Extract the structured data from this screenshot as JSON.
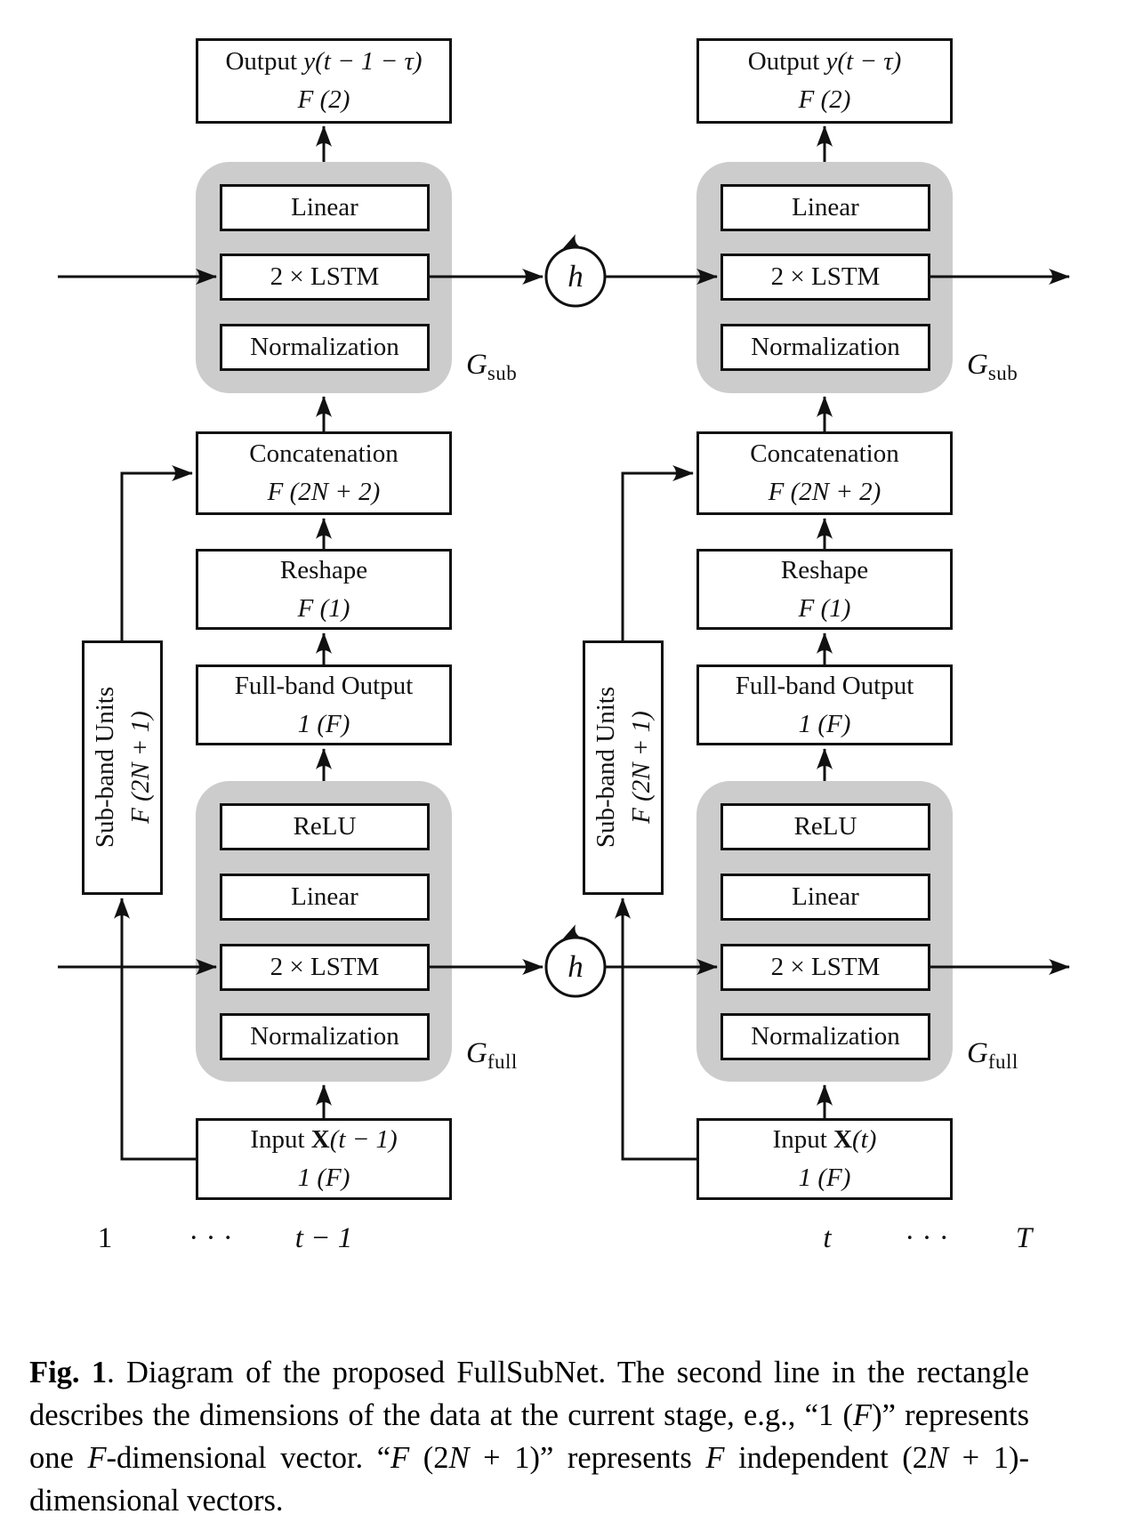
{
  "figure": {
    "colors": {
      "group_fill": "#cccccc",
      "stroke": "#111111",
      "background": "#ffffff"
    },
    "h_label": "h",
    "axis": [
      "1",
      "· · ·",
      "t − 1",
      "t",
      "· · ·",
      "T"
    ],
    "columns": [
      {
        "output": {
          "prefix": "Output ",
          "math": "y(t − 1 − τ)",
          "dims": "F (2)"
        },
        "gsub": {
          "layers": [
            "Linear",
            "2 × LSTM",
            "Normalization"
          ],
          "label": {
            "base": "G",
            "sub": "sub"
          }
        },
        "concat": {
          "title": "Concatenation",
          "dims": "F (2N + 2)"
        },
        "reshape": {
          "title": "Reshape",
          "dims": "F (1)"
        },
        "fullband": {
          "title": "Full-band Output",
          "dims": "1 (F)"
        },
        "gfull": {
          "layers": [
            "ReLU",
            "Linear",
            "2 × LSTM",
            "Normalization"
          ],
          "label": {
            "base": "G",
            "sub": "full"
          }
        },
        "subband": {
          "title": "Sub-band Units",
          "dims": "F (2N + 1)"
        },
        "input": {
          "prefix": "Input ",
          "bold": "X",
          "math": "(t − 1)",
          "dims": "1 (F)"
        }
      },
      {
        "output": {
          "prefix": "Output ",
          "math": "y(t − τ)",
          "dims": "F (2)"
        },
        "gsub": {
          "layers": [
            "Linear",
            "2 × LSTM",
            "Normalization"
          ],
          "label": {
            "base": "G",
            "sub": "sub"
          }
        },
        "concat": {
          "title": "Concatenation",
          "dims": "F (2N + 2)"
        },
        "reshape": {
          "title": "Reshape",
          "dims": "F (1)"
        },
        "fullband": {
          "title": "Full-band Output",
          "dims": "1 (F)"
        },
        "gfull": {
          "layers": [
            "ReLU",
            "Linear",
            "2 × LSTM",
            "Normalization"
          ],
          "label": {
            "base": "G",
            "sub": "full"
          }
        },
        "subband": {
          "title": "Sub-band Units",
          "dims": "F (2N + 1)"
        },
        "input": {
          "prefix": "Input ",
          "bold": "X",
          "math": "(t)",
          "dims": "1 (F)"
        }
      }
    ]
  },
  "caption": {
    "segments": [
      {
        "t": "Fig. 1",
        "c": "bf"
      },
      {
        "t": ". Diagram of the proposed FullSubNet. The second line in the rectangle describes the dimensions of the data at the current stage, e.g., “1 (",
        "c": "rm"
      },
      {
        "t": "F",
        "c": "it"
      },
      {
        "t": ")” represents one ",
        "c": "rm"
      },
      {
        "t": "F",
        "c": "it"
      },
      {
        "t": "-dimensional vector. “",
        "c": "rm"
      },
      {
        "t": "F",
        "c": "it"
      },
      {
        "t": " (2",
        "c": "rm"
      },
      {
        "t": "N",
        "c": "it"
      },
      {
        "t": " + 1)” represents ",
        "c": "rm"
      },
      {
        "t": "F",
        "c": "it"
      },
      {
        "t": " independent (2",
        "c": "rm"
      },
      {
        "t": "N",
        "c": "it"
      },
      {
        "t": " + 1)-dimensional vectors.",
        "c": "rm"
      }
    ]
  }
}
